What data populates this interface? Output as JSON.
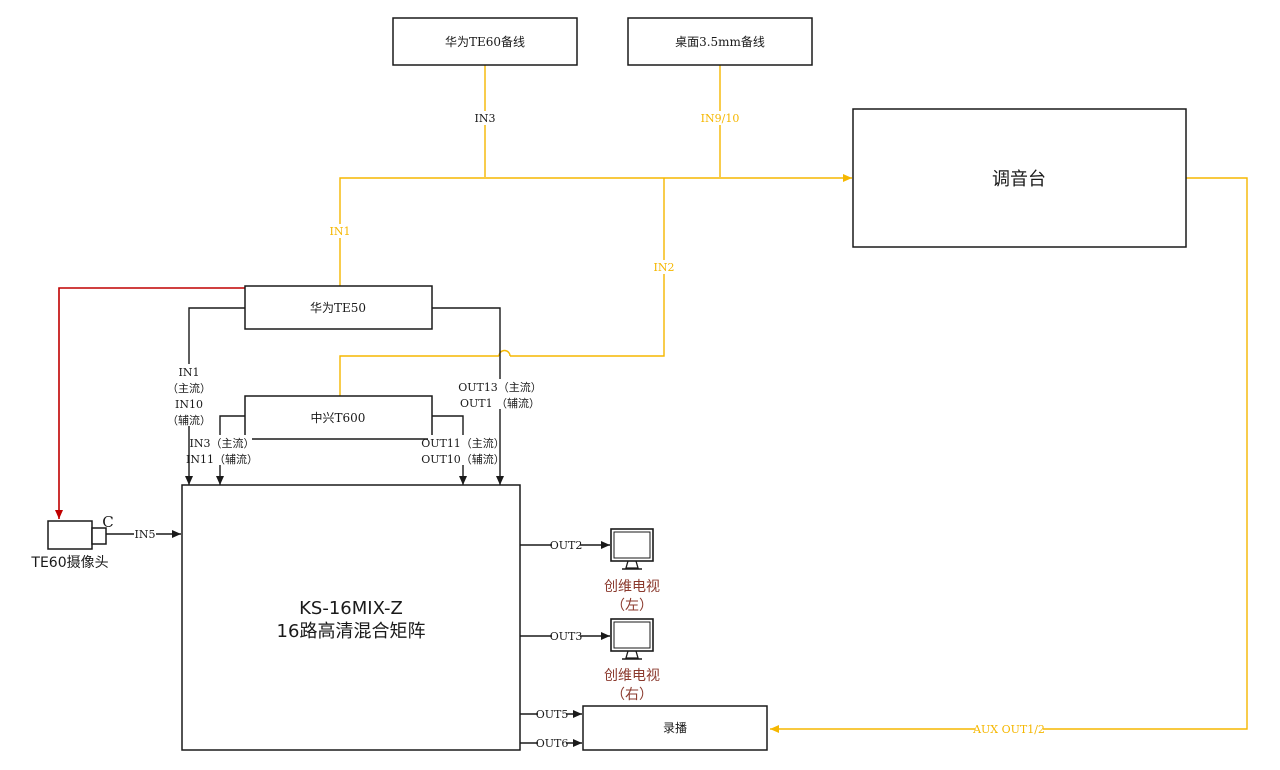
{
  "colors": {
    "line": "#1a1a1a",
    "accent": "#f5b700",
    "red": "#c00000",
    "tv_label": "#8b3a2e"
  },
  "boxes": {
    "te60_cable": "华为TE60备线",
    "desk_cable": "桌面3.5mm备线",
    "mixer": "调音台",
    "te50": "华为TE50",
    "zte": "中兴T600",
    "matrix_line1": "KS-16MIX-Z",
    "matrix_line2": "16路高清混合矩阵",
    "recorder": "录播"
  },
  "camera": {
    "label": "TE60摄像头",
    "letter": "C"
  },
  "tvs": [
    {
      "line1": "创维电视",
      "line2": "（左）",
      "port": "OUT2"
    },
    {
      "line1": "创维电视",
      "line2": "（右）",
      "port": "OUT3"
    }
  ],
  "labels": {
    "in3": "IN3",
    "in9_10": "IN9/10",
    "in1": "IN1",
    "in2": "IN2",
    "te50_in_1": "IN1",
    "te50_in_2": "（主流）",
    "te50_in_3": "IN10",
    "te50_in_4": "（辅流）",
    "te50_out_1": "OUT13（主流）",
    "te50_out_2": "OUT1 （辅流）",
    "zte_in_1": "IN3（主流）",
    "zte_in_2": "IN11（辅流）",
    "zte_out_1": "OUT11（主流）",
    "zte_out_2": "OUT10（辅流）",
    "cam_in": "IN5",
    "out5": "OUT5",
    "out6": "OUT6",
    "aux": "AUX OUT1/2"
  }
}
